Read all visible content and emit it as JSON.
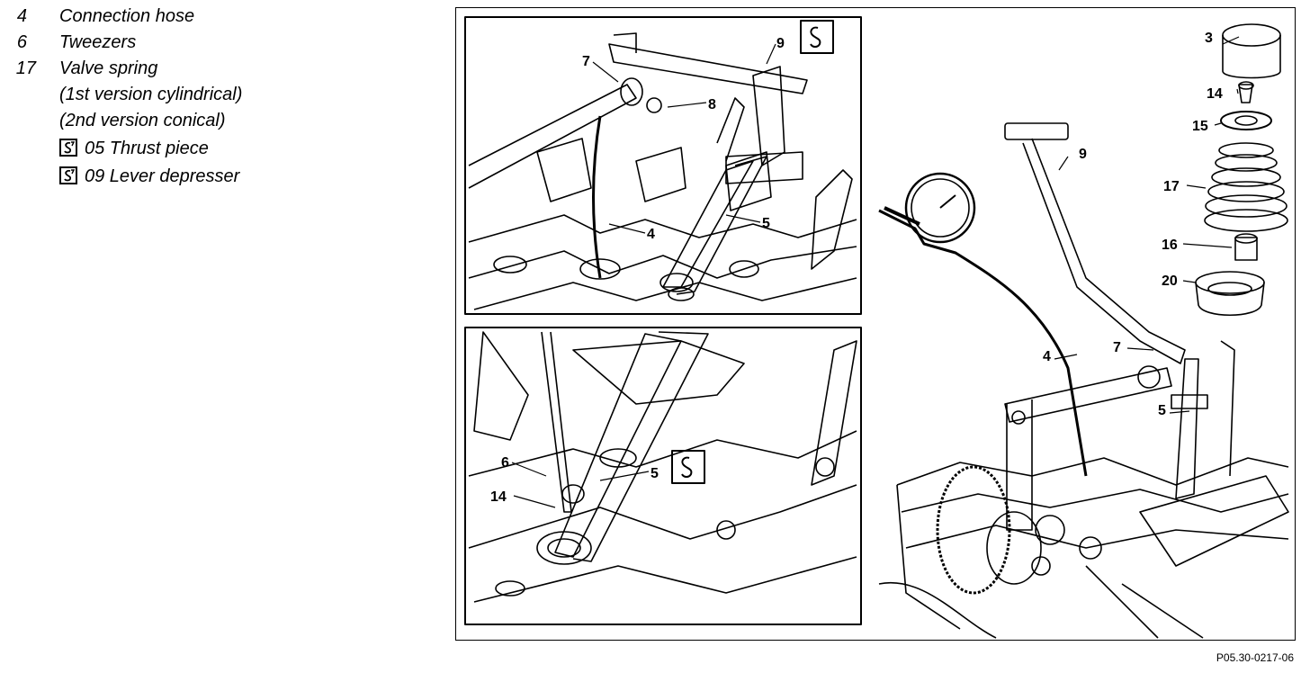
{
  "legend": {
    "items": [
      {
        "num": "4",
        "text": "Connection hose"
      },
      {
        "num": "6",
        "text": "Tweezers"
      },
      {
        "num": "17",
        "text": "Valve spring"
      }
    ],
    "sub_items": [
      "(1st version cylindrical)",
      "(2nd version conical)"
    ],
    "tools": [
      {
        "code": "05 Thrust piece",
        "icon": "special-tool-icon"
      },
      {
        "code": "09 Lever depresser",
        "icon": "special-tool-icon"
      }
    ]
  },
  "callouts": {
    "top_inset": [
      "7",
      "9",
      "8",
      "4",
      "5"
    ],
    "bottom_inset": [
      "6",
      "5",
      "14"
    ],
    "main": [
      "3",
      "14",
      "15",
      "9",
      "17",
      "16",
      "20",
      "7",
      "4",
      "5"
    ]
  },
  "figure_ref": "P05.30-0217-06"
}
